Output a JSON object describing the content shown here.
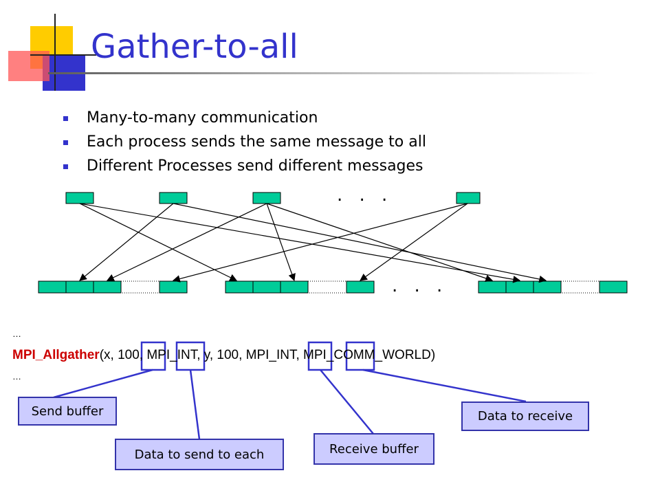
{
  "title": "Gather-to-all",
  "bullets": [
    "Many-to-many communication",
    "Each process sends the same message to all",
    "Different Processes send different messages"
  ],
  "dots_top": ". . .",
  "dots_bottom": ". . .",
  "code": {
    "ellipsis_before": "…",
    "function": "MPI_Allgather",
    "args": "(x, 100, MPI_INT, y, 100, MPI_INT, MPI_COMM_WORLD)",
    "ellipsis_after": "…"
  },
  "callouts": {
    "send_buffer": "Send buffer",
    "data_to_send": "Data to send to each",
    "receive_buffer": "Receive buffer",
    "data_to_receive": "Data to receive"
  },
  "colors": {
    "title": "#3333cc",
    "block_fill": "#00cc99",
    "callout_fill": "#ccccff",
    "callout_border": "#3333aa",
    "function": "#cc0000"
  }
}
